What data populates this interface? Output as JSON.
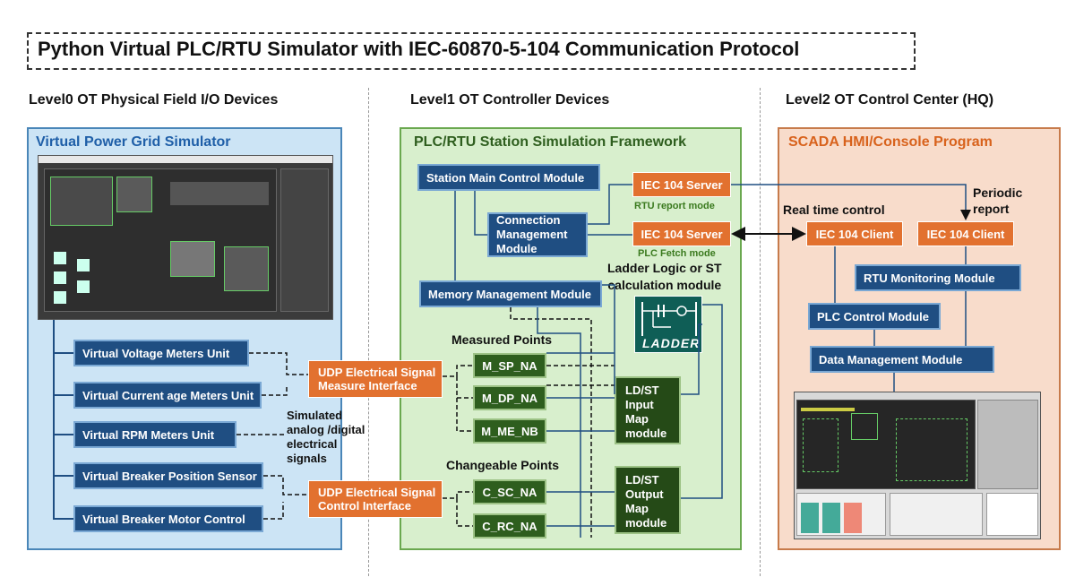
{
  "title": "Python Virtual PLC/RTU  Simulator with IEC-60870-5-104 Communication Protocol",
  "levels": {
    "level0": "Level0 OT Physical Field I/O Devices",
    "level1": "Level1 OT Controller Devices",
    "level2": "Level2 OT Control Center (HQ)"
  },
  "left_panel": {
    "title": "Virtual Power Grid Simulator",
    "units": [
      "Virtual Voltage Meters Unit",
      "Virtual Current age Meters Unit",
      "Virtual RPM Meters Unit",
      "Virtual Breaker Position Sensor",
      "Virtual Breaker Motor Control"
    ],
    "signal_note": [
      "Simulated",
      "analog /digital",
      "electrical",
      "signals"
    ]
  },
  "interfaces": {
    "measure": [
      "UDP Electrical Signal",
      "Measure Interface"
    ],
    "control": [
      "UDP Electrical Signal",
      "Control Interface"
    ]
  },
  "middle_panel": {
    "title": "PLC/RTU Station Simulation Framework",
    "main_control": "Station Main Control Module",
    "connection_mgmt": [
      "Connection",
      "Management",
      "Module"
    ],
    "iec_server_1": "IEC 104 Server",
    "rtu_report_mode": "RTU report mode",
    "iec_server_2": "IEC 104 Server",
    "plc_fetch_mode": "PLC Fetch mode",
    "ladder_title": [
      "Ladder Logic or ST",
      "calculation module"
    ],
    "ladder_word": "LADDER",
    "memory_mgmt": "Memory Management Module",
    "measured_points_label": "Measured Points",
    "measured_points": [
      "M_SP_NA",
      "M_DP_NA",
      "M_ME_NB"
    ],
    "changeable_points_label": "Changeable Points",
    "changeable_points": [
      "C_SC_NA",
      "C_RC_NA"
    ],
    "input_map": [
      "LD/ST",
      "Input",
      "Map",
      "module"
    ],
    "output_map": [
      "LD/ST",
      "Output",
      "Map",
      "module"
    ]
  },
  "right_panel": {
    "title": "SCADA HMI/Console Program",
    "realtime_label": "Real time control",
    "periodic_label": [
      "Periodic",
      "report"
    ],
    "client_1": "IEC 104 Client",
    "client_2": "IEC 104 Client",
    "rtu_monitor": "RTU Monitoring  Module",
    "plc_control": "PLC Control Module",
    "data_mgmt": "Data Management Module"
  },
  "colors": {
    "module_blue": "#1f4e82",
    "server_orange": "#e2712f",
    "point_green": "#2e5e1e",
    "left_bg": "#cce4f5",
    "middle_bg": "#d8efcd",
    "right_bg": "#f8dccb"
  }
}
